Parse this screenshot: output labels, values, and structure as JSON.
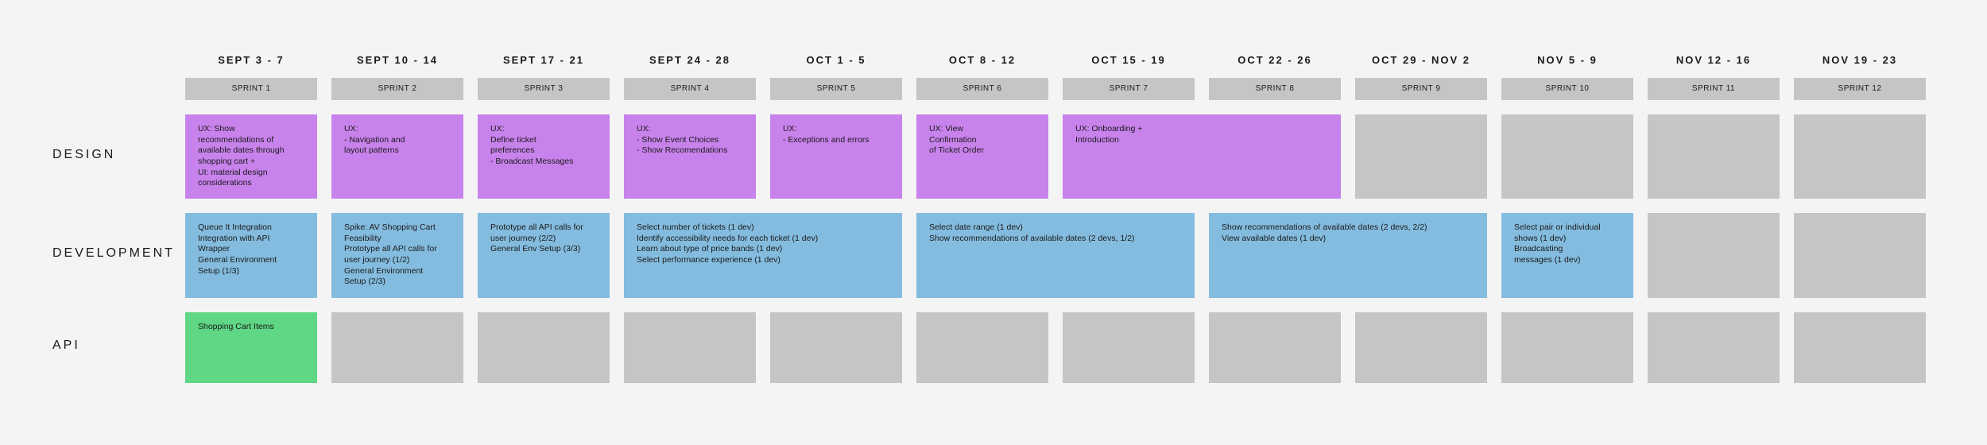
{
  "weeks": [
    "SEPT 3 - 7",
    "SEPT 10 - 14",
    "SEPT 17 - 21",
    "SEPT 24 - 28",
    "OCT 1 - 5",
    "OCT 8 - 12",
    "OCT 15 - 19",
    "OCT 22 - 26",
    "OCT 29 - NOV 2",
    "NOV 5 - 9",
    "NOV 12 - 16",
    "NOV 19 - 23"
  ],
  "sprints": [
    "SPRINT 1",
    "SPRINT 2",
    "SPRINT 3",
    "SPRINT 4",
    "SPRINT 5",
    "SPRINT 6",
    "SPRINT 7",
    "SPRINT 8",
    "SPRINT 9",
    "SPRINT 10",
    "SPRINT 11",
    "SPRINT 12"
  ],
  "rows": {
    "design": "DESIGN",
    "development": "DEVELOPMENT",
    "api": "API"
  },
  "design": [
    {
      "start": 1,
      "span": 1,
      "text": "UX: Show\nrecommendations of\navailable dates through\nshopping cart +\nUI: material design\nconsiderations"
    },
    {
      "start": 2,
      "span": 1,
      "text": "UX:\n- Navigation and\nlayout patterns"
    },
    {
      "start": 3,
      "span": 1,
      "text": "UX:\nDefine ticket\npreferences\n- Broadcast Messages"
    },
    {
      "start": 4,
      "span": 1,
      "text": "UX:\n- Show Event Choices\n- Show Recomendations"
    },
    {
      "start": 5,
      "span": 1,
      "text": "UX:\n- Exceptions and errors"
    },
    {
      "start": 6,
      "span": 1,
      "text": "UX: View\nConfirmation\nof Ticket Order"
    },
    {
      "start": 7,
      "span": 2,
      "text": "UX: Onboarding +\nIntroduction"
    },
    {
      "start": 9,
      "span": 1,
      "text": ""
    },
    {
      "start": 10,
      "span": 1,
      "text": ""
    },
    {
      "start": 11,
      "span": 1,
      "text": ""
    },
    {
      "start": 12,
      "span": 1,
      "text": ""
    }
  ],
  "development": [
    {
      "start": 1,
      "span": 1,
      "text": "Queue It Integration\nIntegration with API\nWrapper\nGeneral Environment\nSetup (1/3)"
    },
    {
      "start": 2,
      "span": 1,
      "text": "Spike: AV Shopping Cart\nFeasibility\nPrototype all API calls for\nuser journey (1/2)\nGeneral Environment\nSetup (2/3)"
    },
    {
      "start": 3,
      "span": 1,
      "text": "Prototype all API calls for\nuser journey (2/2)\nGeneral Env Setup (3/3)"
    },
    {
      "start": 4,
      "span": 2,
      "text": "Select number of tickets (1 dev)\nIdentify accessibility needs for each ticket (1 dev)\nLearn about type of price bands (1 dev)\nSelect performance experience (1 dev)"
    },
    {
      "start": 6,
      "span": 2,
      "text": "Select date range (1 dev)\nShow recommendations of available dates (2 devs, 1/2)"
    },
    {
      "start": 8,
      "span": 2,
      "text": "Show recommendations of available dates (2 devs, 2/2)\nView available dates (1 dev)"
    },
    {
      "start": 10,
      "span": 1,
      "text": "Select pair or individual\nshows (1 dev)\n Broadcasting\nmessages (1 dev)"
    },
    {
      "start": 11,
      "span": 1,
      "text": ""
    },
    {
      "start": 12,
      "span": 1,
      "text": ""
    }
  ],
  "api": [
    {
      "start": 1,
      "span": 1,
      "text": "Shopping Cart Items"
    },
    {
      "start": 2,
      "span": 1,
      "text": ""
    },
    {
      "start": 3,
      "span": 1,
      "text": ""
    },
    {
      "start": 4,
      "span": 1,
      "text": ""
    },
    {
      "start": 5,
      "span": 1,
      "text": ""
    },
    {
      "start": 6,
      "span": 1,
      "text": ""
    },
    {
      "start": 7,
      "span": 1,
      "text": ""
    },
    {
      "start": 8,
      "span": 1,
      "text": ""
    },
    {
      "start": 9,
      "span": 1,
      "text": ""
    },
    {
      "start": 10,
      "span": 1,
      "text": ""
    },
    {
      "start": 11,
      "span": 1,
      "text": ""
    },
    {
      "start": 12,
      "span": 1,
      "text": ""
    }
  ],
  "colors": {
    "design": "#c882ec",
    "development": "#84bcdf",
    "api": "#5fd784",
    "empty": "#c5c5c5",
    "background": "#f4f4f4"
  }
}
